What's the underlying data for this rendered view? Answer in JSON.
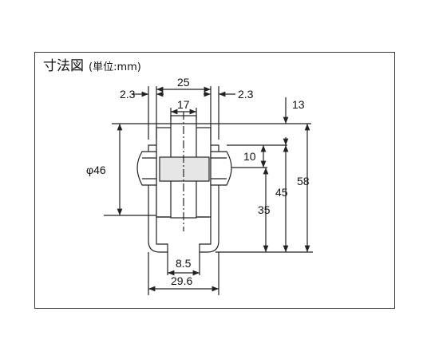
{
  "title": "寸法図",
  "unit_note": "(単位:mm)",
  "dims": {
    "t23_left": "2.3",
    "w25": "25",
    "t23_right": "2.3",
    "w17": "17",
    "h13": "13",
    "h10": "10",
    "d46": "φ46",
    "h45": "45",
    "h58": "58",
    "h35": "35",
    "w85": "8.5",
    "w296": "29.6"
  },
  "colors": {
    "line": "#222222",
    "body_fill": "#ffffff",
    "shaft_fill": "#e6e6e6"
  }
}
